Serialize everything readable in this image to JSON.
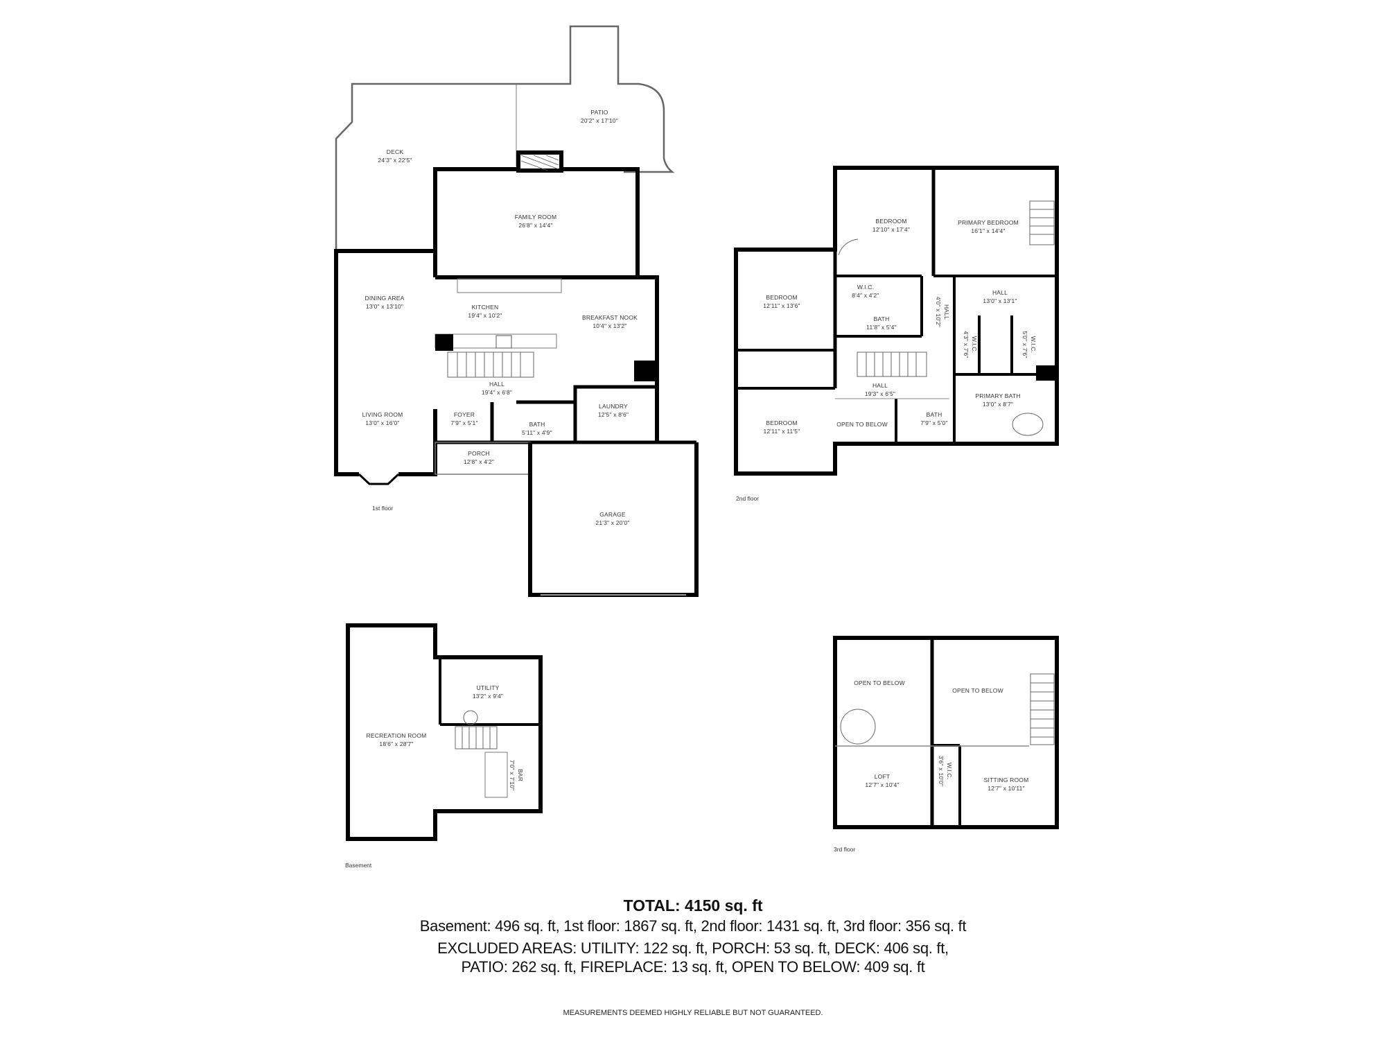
{
  "floors": {
    "first": {
      "label": "1st floor",
      "rooms": [
        {
          "name": "DECK",
          "dim": "24'3\" x 22'5\""
        },
        {
          "name": "PATIO",
          "dim": "20'2\" x 17'10\""
        },
        {
          "name": "FAMILY ROOM",
          "dim": "26'8\" x 14'4\""
        },
        {
          "name": "DINING AREA",
          "dim": "13'0\" x 13'10\""
        },
        {
          "name": "KITCHEN",
          "dim": "19'4\" x 10'2\""
        },
        {
          "name": "BREAKFAST NOOK",
          "dim": "10'4\" x 13'2\""
        },
        {
          "name": "HALL",
          "dim": "19'4\" x 6'8\""
        },
        {
          "name": "LIVING ROOM",
          "dim": "13'0\" x 16'0\""
        },
        {
          "name": "FOYER",
          "dim": "7'9\" x 5'1\""
        },
        {
          "name": "BATH",
          "dim": "5'11\" x 4'9\""
        },
        {
          "name": "LAUNDRY",
          "dim": "12'5\" x 8'6\""
        },
        {
          "name": "PORCH",
          "dim": "12'8\" x 4'2\""
        },
        {
          "name": "GARAGE",
          "dim": "21'3\" x 20'0\""
        }
      ]
    },
    "second": {
      "label": "2nd floor",
      "rooms": [
        {
          "name": "BEDROOM",
          "dim": "12'10\" x 17'4\""
        },
        {
          "name": "PRIMARY BEDROOM",
          "dim": "16'1\" x 14'4\""
        },
        {
          "name": "BEDROOM",
          "dim": "12'11\" x 13'6\""
        },
        {
          "name": "W.I.C.",
          "dim": "8'4\" x 4'2\""
        },
        {
          "name": "BATH",
          "dim": "11'8\" x 5'4\""
        },
        {
          "name": "HALL",
          "dim": "4'0\" x 10'2\""
        },
        {
          "name": "HALL",
          "dim": "13'0\" x 13'1\""
        },
        {
          "name": "W.I.C.",
          "dim": "4'3\" x 7'6\""
        },
        {
          "name": "W.I.C.",
          "dim": "5'0\" x 7'6\""
        },
        {
          "name": "HALL",
          "dim": "19'3\" x 6'5\""
        },
        {
          "name": "PRIMARY BATH",
          "dim": "13'0\" x 8'7\""
        },
        {
          "name": "BEDROOM",
          "dim": "12'11\" x 11'5\""
        },
        {
          "name": "OPEN TO BELOW",
          "dim": ""
        },
        {
          "name": "BATH",
          "dim": "7'9\" x 5'0\""
        }
      ]
    },
    "basement": {
      "label": "Basement",
      "rooms": [
        {
          "name": "UTILITY",
          "dim": "13'2\" x 9'4\""
        },
        {
          "name": "RECREATION ROOM",
          "dim": "18'6\" x 28'7\""
        },
        {
          "name": "BAR",
          "dim": "7'0\" x 7'10\""
        }
      ]
    },
    "third": {
      "label": "3rd floor",
      "rooms": [
        {
          "name": "OPEN TO BELOW",
          "dim": ""
        },
        {
          "name": "OPEN TO BELOW",
          "dim": ""
        },
        {
          "name": "LOFT",
          "dim": "12'7\" x 10'4\""
        },
        {
          "name": "W.I.C.",
          "dim": "3'6\" x 10'0\""
        },
        {
          "name": "SITTING ROOM",
          "dim": "12'7\" x 10'11\""
        }
      ]
    }
  },
  "summary": {
    "total": "TOTAL: 4150 sq. ft",
    "floors_line": "Basement: 496 sq. ft, 1st floor: 1867 sq. ft, 2nd floor: 1431 sq. ft, 3rd floor: 356 sq. ft",
    "excluded_line1": "EXCLUDED AREAS: UTILITY: 122 sq. ft, PORCH: 53 sq. ft, DECK: 406 sq. ft,",
    "excluded_line2": "PATIO: 262 sq. ft, FIREPLACE: 13 sq. ft, OPEN TO BELOW: 409 sq. ft"
  },
  "disclaimer": "MEASUREMENTS DEEMED HIGHLY RELIABLE BUT NOT GUARANTEED.",
  "colors": {
    "wall": "#000000",
    "outline": "#555555",
    "background": "#ffffff"
  }
}
